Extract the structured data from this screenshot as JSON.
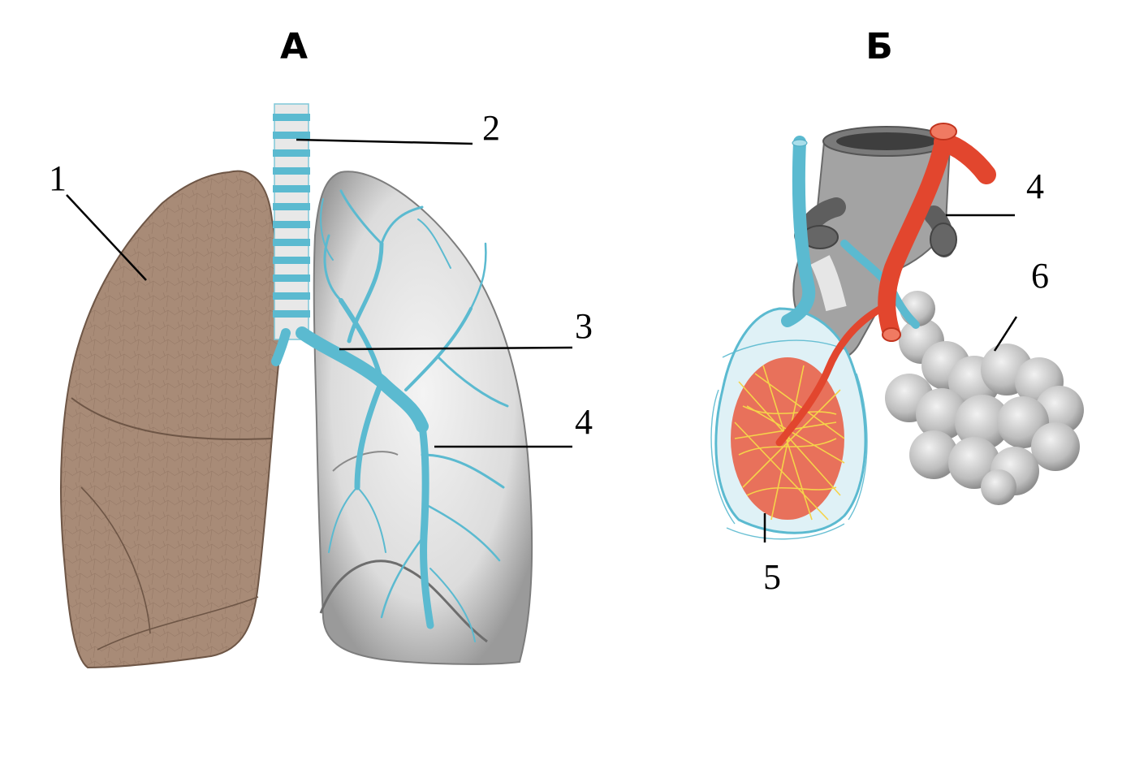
{
  "panels": [
    {
      "id": "A",
      "title": "А"
    },
    {
      "id": "B",
      "title": "Б"
    }
  ],
  "callouts": {
    "a1": "1",
    "a2": "2",
    "a3": "3",
    "a4": "4",
    "b4": "4",
    "b5": "5",
    "b6": "6"
  },
  "colors": {
    "lung_brown": "#a88b77",
    "bronchi_blue": "#5bbad0",
    "artery_red": "#e2462e",
    "alveoli_gray": "#bdbdbd"
  }
}
